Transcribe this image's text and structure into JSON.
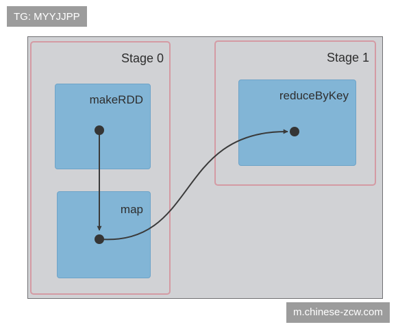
{
  "watermarks": {
    "top": "TG: MYYJJPP",
    "bottom": "m.chinese-zcw.com"
  },
  "stages": [
    {
      "label": "Stage 0"
    },
    {
      "label": "Stage 1"
    }
  ],
  "rdds": {
    "make": "makeRDD",
    "map": "map",
    "reduce": "reduceByKey"
  },
  "colors": {
    "canvas": "#d1d2d5",
    "stage_border": "#d49aa3",
    "rdd_fill": "#82b5d6",
    "edge": "#3a3a3a"
  }
}
